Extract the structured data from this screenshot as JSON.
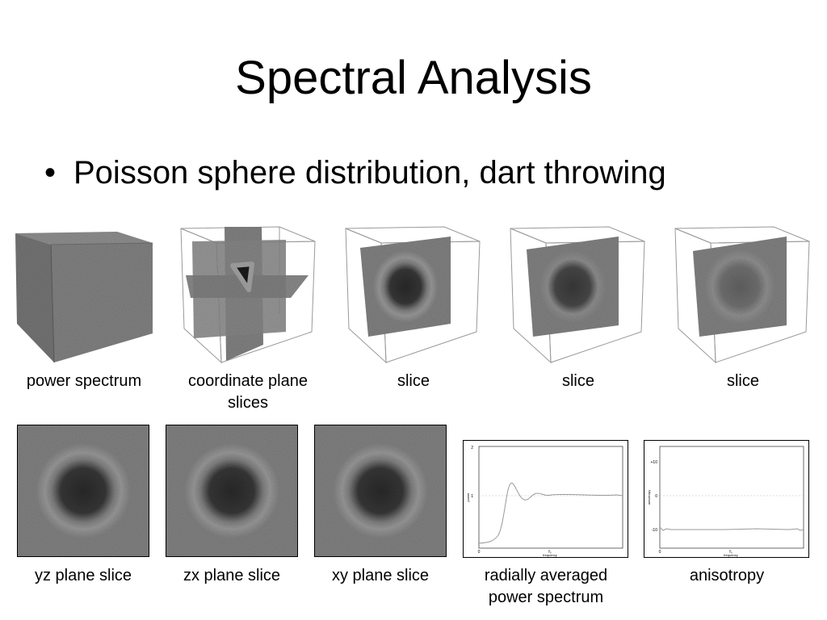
{
  "slide": {
    "title": "Spectral Analysis",
    "bullet": "Poisson sphere distribution, dart throwing"
  },
  "captions": {
    "power_spectrum": "power spectrum",
    "coordinate_plane_slices": [
      "coordinate plane",
      "slices"
    ],
    "slice_1": "slice",
    "slice_2": "slice",
    "slice_3": "slice",
    "yz_plane_slice": "yz plane slice",
    "zx_plane_slice": "zx plane slice",
    "xy_plane_slice": "xy plane slice",
    "radially_averaged": [
      "radially averaged",
      "power spectrum"
    ],
    "anisotropy": "anisotropy"
  },
  "plots": {
    "radial": {
      "ylabel": "power",
      "xlabel": "frequency",
      "ytick_top": "2",
      "ytick_mid": "1",
      "xtick_0": "0",
      "xtick_f": "f₀"
    },
    "anisotropy": {
      "ylabel": "anisotropy",
      "xlabel": "frequency",
      "ytick_top": "+10",
      "ytick_mid": "0",
      "ytick_low": "-10",
      "xtick_0": "0",
      "xtick_f": "f₀"
    }
  }
}
